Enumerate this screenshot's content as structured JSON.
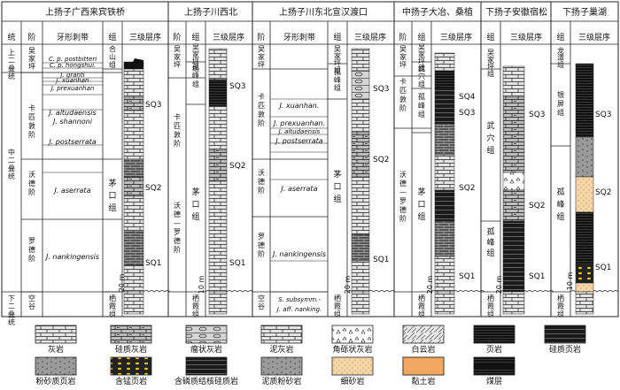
{
  "sections": [
    {
      "title": "上扬子广西来宾铁桥"
    },
    {
      "title": "上扬子川西北"
    },
    {
      "title": "上扬子川东北宣汉渡口"
    },
    {
      "title": "中扬子大冶、桑植"
    },
    {
      "title": "下扬子安徽宿松"
    },
    {
      "title": "下扬子巢湖"
    }
  ],
  "headers": {
    "system": "统",
    "stage": "阶",
    "conodont": "牙形刺带",
    "formation": "组",
    "sequence": "三级层序"
  },
  "series": {
    "upper": "上二叠统",
    "middle": "中二叠统",
    "lower": "下二叠统"
  },
  "col1": {
    "stages": [
      "吴家坪",
      "卡匹敦阶",
      "沃德阶",
      "罗德阶",
      "空谷"
    ],
    "conodonts": [
      "C. p. postbitteri",
      "C. p. hongshui.",
      "J. granti",
      "J. xuanhan",
      "J. prexuanhan",
      "J. altudaensis",
      "J. shannoni",
      "J. postserrata",
      "J. aserrata",
      "J. nankingensis"
    ],
    "formations": [
      "合山组",
      "茅口组",
      "栖霞组"
    ],
    "sequences": [
      "SQ3",
      "SQ2",
      "SQ1"
    ],
    "scale": "20 m"
  },
  "col2": {
    "stages": [
      "吴家坪",
      "卡匹敦阶",
      "沃德—罗德阶"
    ],
    "formations": [
      "吴家坪组",
      "孤峰组",
      "茅口组",
      "栖霞组"
    ],
    "sequences": [
      "SQ3",
      "SQ2",
      "SQ1"
    ],
    "scale": "10 m"
  },
  "col3": {
    "stages": [
      "吴家坪",
      "卡匹敦阶",
      "沃德阶",
      "罗德阶",
      "空谷"
    ],
    "conodonts": [
      "J. xuanhan.",
      "J. prexuanhan.",
      "J. altudaensis",
      "J. postserrata",
      "J. aserrata",
      "J. nankingensis",
      "S. subsymm.-",
      "J. aff. nanking."
    ],
    "formations": [
      "吴家坪组",
      "孤峰组",
      "茅口组",
      "栖霞组"
    ],
    "sequences": [
      "SQ3",
      "SQ2",
      "SQ1"
    ],
    "scale": "20 m"
  },
  "col4": {
    "stages": [
      "吴家坪",
      "卡匹敦阶",
      "沃德—罗德阶"
    ],
    "formations": [
      "吴家坪组",
      "武穴组",
      "孤峰组",
      "茅口组",
      "栖霞组"
    ],
    "sequences": [
      "SQ4",
      "SQ3",
      "SQ2",
      "SQ1"
    ],
    "scale": "20 m"
  },
  "col5": {
    "formations": [
      "吴家坪组",
      "武穴组",
      "孤峰组",
      "栖霞组"
    ],
    "sequences": [
      "SQ3",
      "SQ2",
      "SQ1"
    ],
    "scale": "20 m"
  },
  "col6": {
    "formations": [
      "龙潭组",
      "银屏组",
      "孤峰组",
      "栖霞组"
    ],
    "sequences": [
      "SQ3",
      "SQ2",
      "SQ1"
    ],
    "scale": "10 m"
  },
  "legend": [
    {
      "label": "灰岩"
    },
    {
      "label": "硅质灰岩"
    },
    {
      "label": "瘤状灰岩"
    },
    {
      "label": "泥灰岩"
    },
    {
      "label": "角砾状灰岩"
    },
    {
      "label": "白云岩"
    },
    {
      "label": "页岩"
    },
    {
      "label": "硅质页岩"
    },
    {
      "label": "粉砂质页岩"
    },
    {
      "label": "含锰页岩"
    },
    {
      "label": "含磷质结核硅质岩"
    },
    {
      "label": "泥质粉砂岩"
    },
    {
      "label": "细砂岩"
    },
    {
      "label": "黏土岩"
    },
    {
      "label": "煤层"
    }
  ]
}
